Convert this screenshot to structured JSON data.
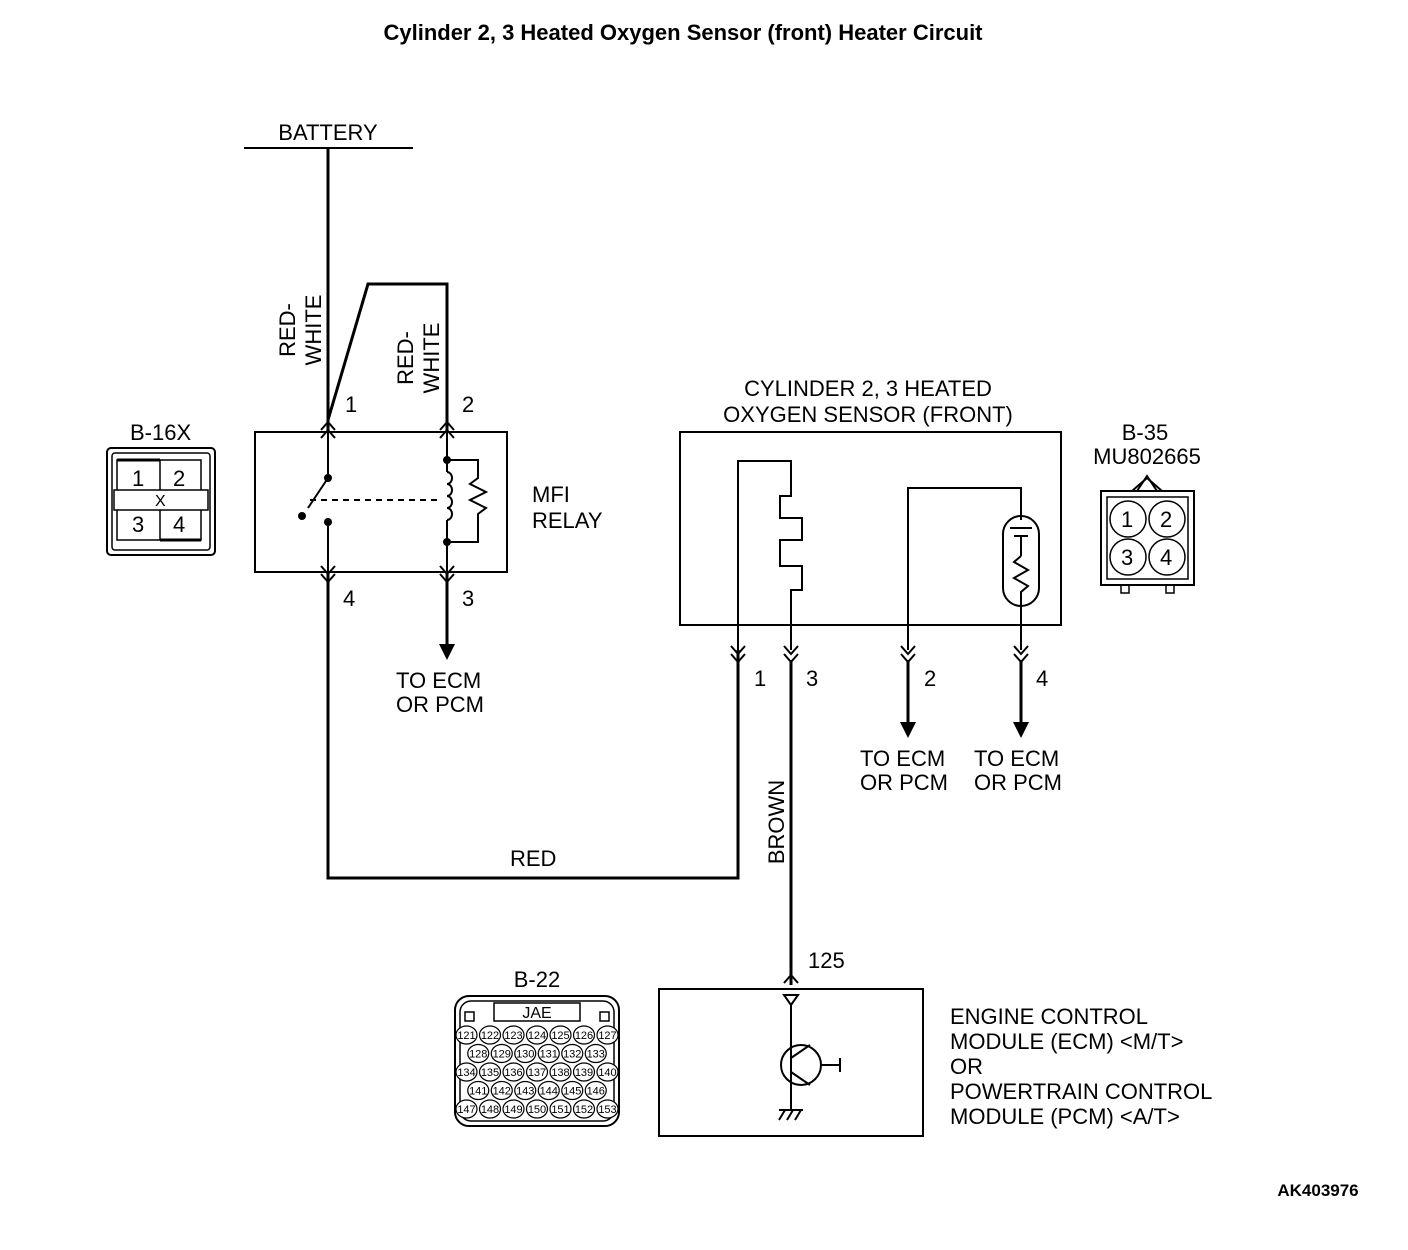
{
  "title": "Cylinder 2, 3 Heated Oxygen Sensor (front) Heater Circuit",
  "figure_code": "AK403976",
  "battery": "BATTERY",
  "wires": {
    "red_white_1": [
      "RED-",
      "WHITE"
    ],
    "red_white_2": [
      "RED-",
      "WHITE"
    ],
    "red": "RED",
    "brown": "BROWN"
  },
  "mfi_relay": {
    "label": [
      "MFI",
      "RELAY"
    ],
    "connector": "B-16X",
    "pins": [
      "1",
      "2",
      "3",
      "4"
    ],
    "connector_mark": "X"
  },
  "sensor": {
    "label": [
      "CYLINDER 2, 3 HEATED",
      "OXYGEN SENSOR (FRONT)"
    ],
    "connector": "B-35",
    "part_number": "MU802665",
    "pins": [
      "1",
      "2",
      "3",
      "4"
    ]
  },
  "to_ecm": [
    "TO ECM",
    "OR PCM"
  ],
  "ecm": {
    "connector": "B-22",
    "connector_maker": "JAE",
    "pin": "125",
    "label": [
      "ENGINE CONTROL",
      "MODULE (ECM) <M/T>",
      "OR",
      "POWERTRAIN CONTROL",
      "MODULE (PCM) <A/T>"
    ],
    "connector_rows": [
      [
        "121",
        "122",
        "123",
        "124",
        "125",
        "126",
        "127"
      ],
      [
        "128",
        "129",
        "130",
        "131",
        "132",
        "133"
      ],
      [
        "134",
        "135",
        "136",
        "137",
        "138",
        "139",
        "140"
      ],
      [
        "141",
        "142",
        "143",
        "144",
        "145",
        "146"
      ],
      [
        "147",
        "148",
        "149",
        "150",
        "151",
        "152",
        "153"
      ]
    ]
  }
}
